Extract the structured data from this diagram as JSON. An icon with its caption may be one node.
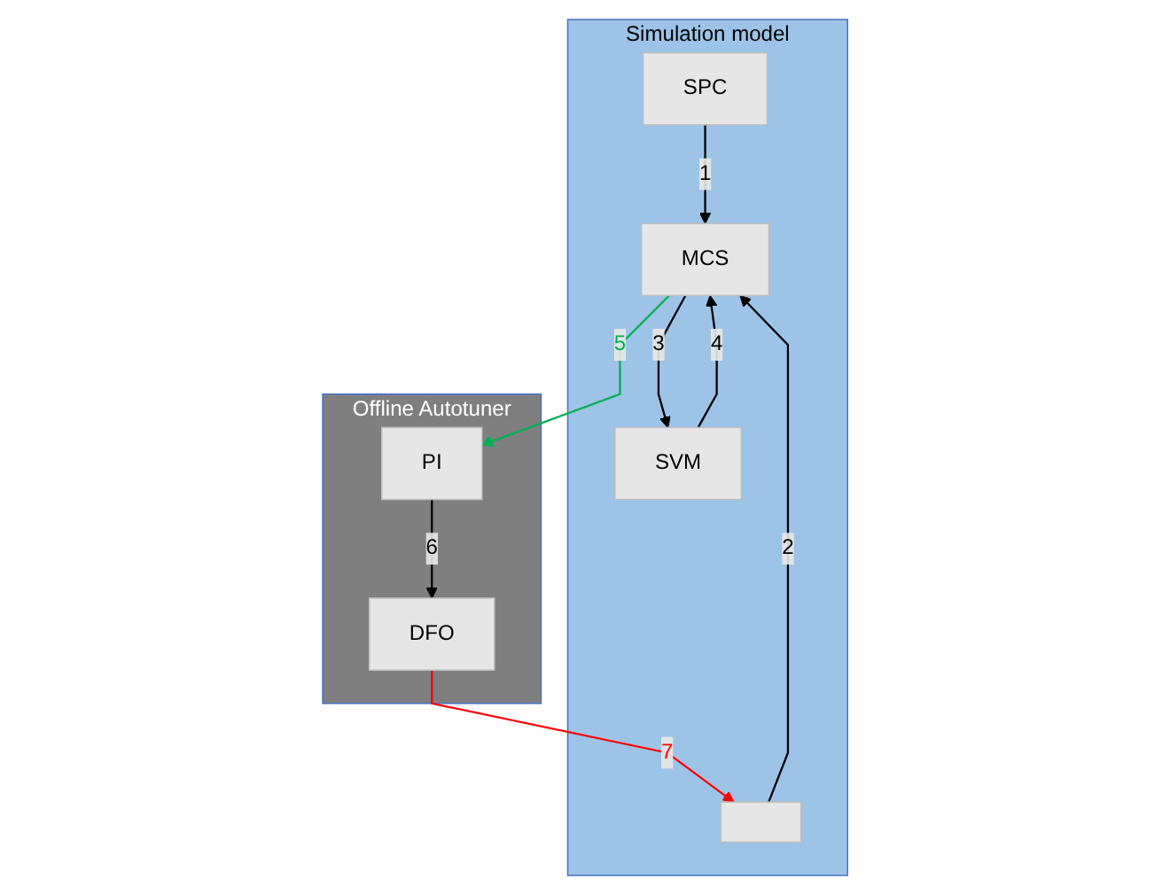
{
  "diagram": {
    "nodes": [
      {
        "text": [
          "Simulation model"
        ]
      },
      {
        "text": [
          "SPC"
        ],
        "in": 0
      },
      {
        "text": [],
        "shape": "box",
        "in": 0
      },
      {
        "text": [
          "MCS"
        ],
        "in": 0
      },
      {
        "text": [
          "SVM"
        ],
        "in": 0
      },
      {
        "text": [
          "Offline Autotuner"
        ]
      },
      {
        "text": [
          "DFO"
        ],
        "in": 5
      },
      {
        "text": [
          "PI"
        ],
        "in": 5
      }
    ],
    "edges": [
      {
        "from": 1,
        "to": 3,
        "arrow": "to",
        "label": "1"
      },
      {
        "from": 2,
        "to": 3,
        "arrow": "to",
        "label": "2"
      },
      {
        "from": 3,
        "to": 4,
        "arrow": "to",
        "label": "3"
      },
      {
        "from": 4,
        "to": 3,
        "arrow": "to",
        "label": "4"
      },
      {
        "from": 3,
        "to": 7,
        "arrow": "to",
        "label": "5",
        "color": "#00b050"
      },
      {
        "from": 7,
        "to": 6,
        "arrow": "to",
        "label": "6"
      },
      {
        "from": 6,
        "to": 2,
        "arrow": "to",
        "label": "7",
        "color": "#ff0000"
      }
    ]
  }
}
